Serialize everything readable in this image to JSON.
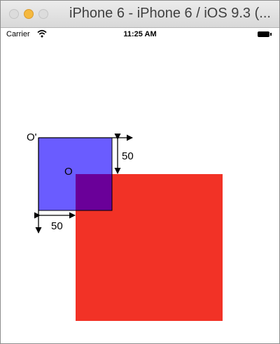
{
  "window": {
    "title": "iPhone 6 - iPhone 6 / iOS 9.3 (..."
  },
  "status_bar": {
    "carrier": "Carrier",
    "time": "11:25 AM"
  },
  "annotations": {
    "origin_label_prime": "O'",
    "origin_label": "O",
    "offset_y": "50",
    "offset_x": "50"
  },
  "colors": {
    "blue_view": "#6a5cff",
    "red_view": "#f23226",
    "overlap": "#6a0099"
  },
  "icons": {
    "wifi": "wifi-icon",
    "battery": "battery-icon"
  }
}
